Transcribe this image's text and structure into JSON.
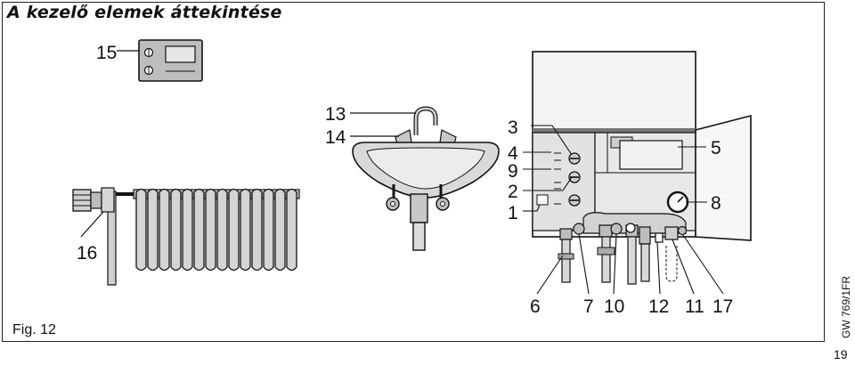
{
  "title": "A kezelő elemek áttekintése",
  "figure_label": "Fig. 12",
  "document_code": "GW 769/1FR",
  "page_number": "19",
  "callouts": {
    "n1": "1",
    "n2": "2",
    "n3": "3",
    "n4": "4",
    "n5": "5",
    "n6": "6",
    "n7": "7",
    "n8": "8",
    "n9": "9",
    "n10": "10",
    "n11": "11",
    "n12": "12",
    "n13": "13",
    "n14": "14",
    "n15": "15",
    "n16": "16",
    "n17": "17"
  },
  "icons": {
    "room_thermostat": "room-thermostat-icon",
    "radiator": "radiator-icon",
    "washbasin": "washbasin-icon",
    "boiler": "boiler-icon"
  }
}
